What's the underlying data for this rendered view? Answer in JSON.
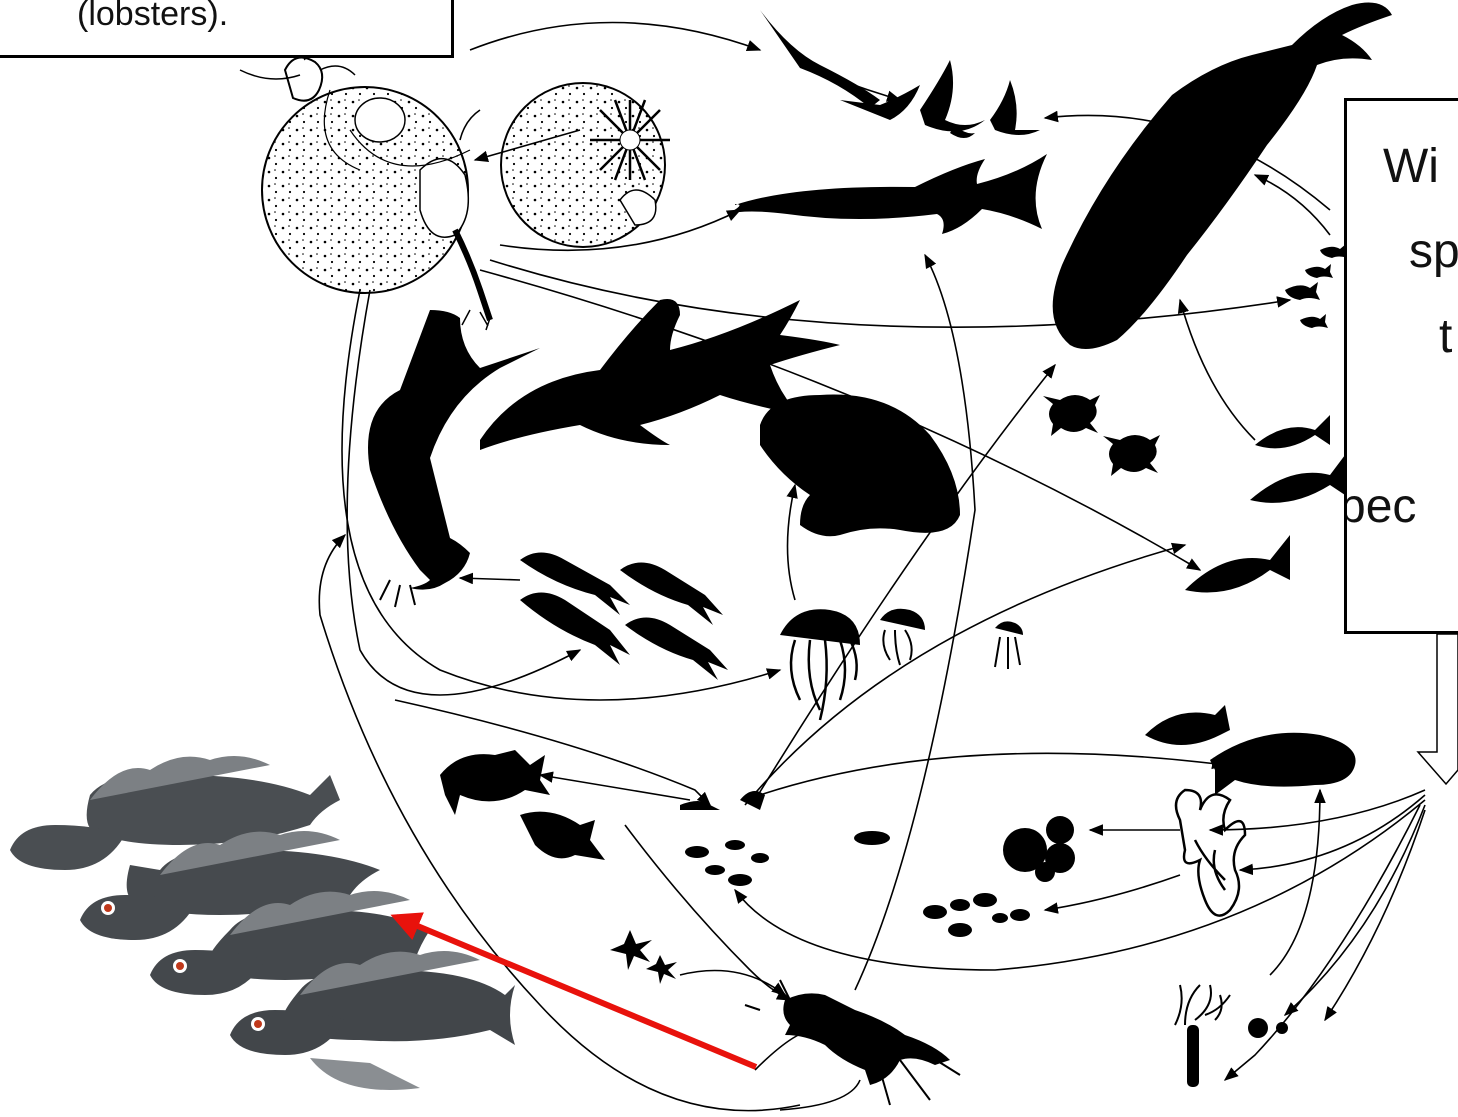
{
  "callout_top": {
    "text": "(lobsters)."
  },
  "callout_right": {
    "lines": [
      "Wi",
      "sp",
      "t",
      "",
      "pec"
    ]
  },
  "colors": {
    "ink": "#000000",
    "highlight_arrow": "#e8120c",
    "fish_body": "#4a4e52",
    "fish_eye": "#c0391b"
  },
  "figures": [
    "larval-lobster-plankton",
    "star-shaped-plankton",
    "seabirds",
    "shark",
    "whale",
    "small-fish-school",
    "catfish",
    "tuna",
    "manatee",
    "squid-group",
    "jellyfish",
    "sea-turtles",
    "reef-fish-right",
    "scorpion-fish",
    "flatfish",
    "detritus-particles",
    "clams",
    "seaweed",
    "starfish",
    "lobster",
    "coral-sponge",
    "black-sea-bass-school"
  ]
}
